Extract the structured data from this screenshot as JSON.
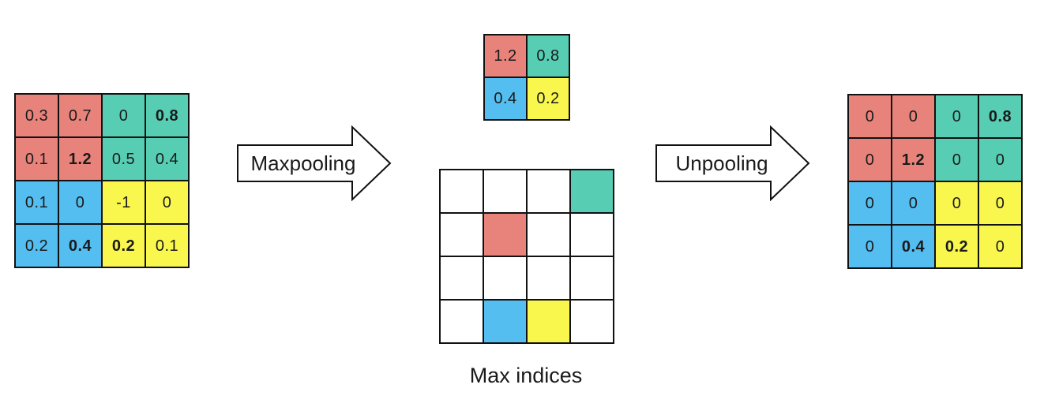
{
  "colors": {
    "red": "#e8837b",
    "teal": "#57ceb4",
    "blue": "#55bef0",
    "yellow": "#f9f74e"
  },
  "arrows": {
    "maxpooling_label": "Maxpooling",
    "unpooling_label": "Unpooling"
  },
  "labels": {
    "max_indices": "Max indices"
  },
  "grids": {
    "input": {
      "cells": [
        {
          "value": "0.3",
          "color": "red",
          "bold": false
        },
        {
          "value": "0.7",
          "color": "red",
          "bold": false
        },
        {
          "value": "0",
          "color": "teal",
          "bold": false
        },
        {
          "value": "0.8",
          "color": "teal",
          "bold": true
        },
        {
          "value": "0.1",
          "color": "red",
          "bold": false
        },
        {
          "value": "1.2",
          "color": "red",
          "bold": true
        },
        {
          "value": "0.5",
          "color": "teal",
          "bold": false
        },
        {
          "value": "0.4",
          "color": "teal",
          "bold": false
        },
        {
          "value": "0.1",
          "color": "blue",
          "bold": false
        },
        {
          "value": "0",
          "color": "blue",
          "bold": false
        },
        {
          "value": "-1",
          "color": "yellow",
          "bold": false
        },
        {
          "value": "0",
          "color": "yellow",
          "bold": false
        },
        {
          "value": "0.2",
          "color": "blue",
          "bold": false
        },
        {
          "value": "0.4",
          "color": "blue",
          "bold": true
        },
        {
          "value": "0.2",
          "color": "yellow",
          "bold": true
        },
        {
          "value": "0.1",
          "color": "yellow",
          "bold": false
        }
      ]
    },
    "pooled": {
      "cells": [
        {
          "value": "1.2",
          "color": "red",
          "bold": false
        },
        {
          "value": "0.8",
          "color": "teal",
          "bold": false
        },
        {
          "value": "0.4",
          "color": "blue",
          "bold": false
        },
        {
          "value": "0.2",
          "color": "yellow",
          "bold": false
        }
      ]
    },
    "indices": {
      "cells": [
        {
          "value": "",
          "color": "white",
          "bold": false
        },
        {
          "value": "",
          "color": "white",
          "bold": false
        },
        {
          "value": "",
          "color": "white",
          "bold": false
        },
        {
          "value": "",
          "color": "teal",
          "bold": false
        },
        {
          "value": "",
          "color": "white",
          "bold": false
        },
        {
          "value": "",
          "color": "red",
          "bold": false
        },
        {
          "value": "",
          "color": "white",
          "bold": false
        },
        {
          "value": "",
          "color": "white",
          "bold": false
        },
        {
          "value": "",
          "color": "white",
          "bold": false
        },
        {
          "value": "",
          "color": "white",
          "bold": false
        },
        {
          "value": "",
          "color": "white",
          "bold": false
        },
        {
          "value": "",
          "color": "white",
          "bold": false
        },
        {
          "value": "",
          "color": "white",
          "bold": false
        },
        {
          "value": "",
          "color": "blue",
          "bold": false
        },
        {
          "value": "",
          "color": "yellow",
          "bold": false
        },
        {
          "value": "",
          "color": "white",
          "bold": false
        }
      ]
    },
    "output": {
      "cells": [
        {
          "value": "0",
          "color": "red",
          "bold": false
        },
        {
          "value": "0",
          "color": "red",
          "bold": false
        },
        {
          "value": "0",
          "color": "teal",
          "bold": false
        },
        {
          "value": "0.8",
          "color": "teal",
          "bold": true
        },
        {
          "value": "0",
          "color": "red",
          "bold": false
        },
        {
          "value": "1.2",
          "color": "red",
          "bold": true
        },
        {
          "value": "0",
          "color": "teal",
          "bold": false
        },
        {
          "value": "0",
          "color": "teal",
          "bold": false
        },
        {
          "value": "0",
          "color": "blue",
          "bold": false
        },
        {
          "value": "0",
          "color": "blue",
          "bold": false
        },
        {
          "value": "0",
          "color": "yellow",
          "bold": false
        },
        {
          "value": "0",
          "color": "yellow",
          "bold": false
        },
        {
          "value": "0",
          "color": "blue",
          "bold": false
        },
        {
          "value": "0.4",
          "color": "blue",
          "bold": true
        },
        {
          "value": "0.2",
          "color": "yellow",
          "bold": true
        },
        {
          "value": "0",
          "color": "yellow",
          "bold": false
        }
      ]
    }
  }
}
